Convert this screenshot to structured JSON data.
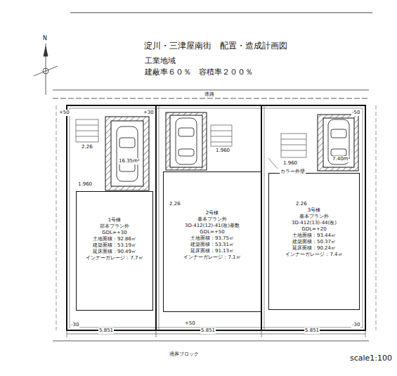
{
  "diagram": {
    "title": "淀川・三津屋南街　配置・造成計画図",
    "nodes": [
      {
        "text": [
          "1号棟",
          "部本プラン外",
          "GDL=+30",
          "土地面積：92.86㎡",
          "建築面積：53.19㎡",
          "延床面積：90.49㎡",
          "インナーガレージ：7.7㎡"
        ]
      },
      {
        "text": [
          "2号棟",
          "基本プラン外",
          "3D-412(12)-41(改)基数",
          "GDL=+50",
          "土地面積：93.75㎡",
          "建築面積：53.31㎡",
          "延床面積：91.13㎡",
          "インナーガレージ：7.1㎡"
        ]
      },
      {
        "text": [
          "3号棟",
          "基本プラン外",
          "3D-412(13)-44(改)",
          "GDL=+20",
          "土地面積：93.44㎡",
          "建築面積：50.37㎡",
          "延床面積：90.24㎡",
          "インナーガレージ：7.4㎡"
        ]
      }
    ],
    "labels": [
      "工業地域",
      "建蔽率６０％　容積率２００％",
      "scale1:100",
      "N",
      "5.851",
      "5.851",
      "5.851",
      "2.26",
      "2.26",
      "2.26",
      "1.960",
      "1.960",
      "1.960",
      "+50",
      "+30",
      "-30",
      "-30",
      "-50",
      "+50",
      "カラー外壁",
      "16.35m²",
      "7.40m²",
      "境界ブロック",
      "道路"
    ]
  }
}
